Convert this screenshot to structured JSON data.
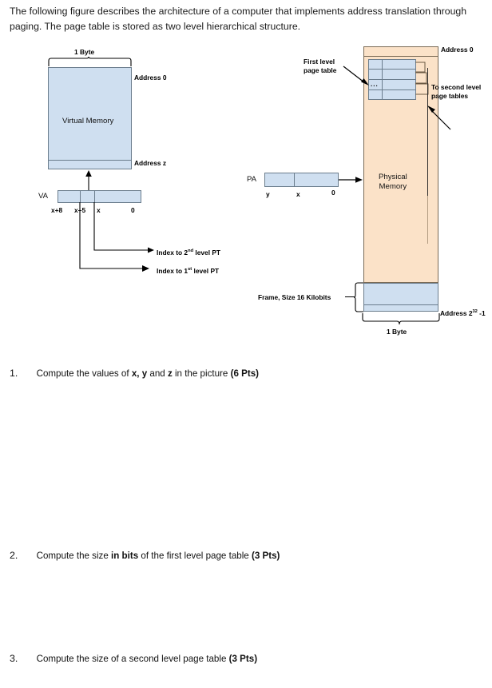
{
  "intro": {
    "paragraph": "The following figure describes the architecture of a computer that implements address translation through paging.  The page table is stored as two level hierarchical structure."
  },
  "figure": {
    "virtual_memory": {
      "block_label": "Virtual Memory",
      "top_brace_label": "1 Byte",
      "address_top": "Address 0",
      "address_bottom": "Address z"
    },
    "va": {
      "name": "VA",
      "bit_labels": [
        "x+8",
        "x+5",
        "x",
        "0"
      ],
      "index_2nd": "Index to 2",
      "index_2nd_sup": "nd",
      "index_2nd_tail": " level PT",
      "index_1st": "Index to 1",
      "index_1st_sup": "st",
      "index_1st_tail": " level PT"
    },
    "pa": {
      "name": "PA",
      "bit_labels": [
        "y",
        "x",
        "0"
      ]
    },
    "physical_memory": {
      "block_label_line1": "Physical",
      "block_label_line2": "Memory",
      "address_top": "Address 0",
      "address_bottom_prefix": "Address 2",
      "address_bottom_sup": "32",
      "address_bottom_tail": " -1",
      "first_level_pt_line1": "First level",
      "first_level_pt_line2": "page table",
      "to_second_level_line1": "To second level",
      "to_second_level_line2": "page tables",
      "frame_label": "Frame, Size 16 Kilobits",
      "bottom_brace_label": "1 Byte",
      "pt_ellipsis": "..."
    }
  },
  "questions": [
    {
      "number": "1.",
      "lead": "Compute the values of ",
      "b1": "x, y",
      "mid": " and ",
      "b2": "z",
      "tail": " in the picture ",
      "pts": "(6 Pts)"
    },
    {
      "number": "2.",
      "lead": "Compute the size ",
      "b1": "in bits",
      "mid": " of the first level page table ",
      "b2": "",
      "tail": "",
      "pts": "(3 Pts)"
    },
    {
      "number": "3.",
      "lead": "Compute the size of a second level page table ",
      "b1": "",
      "mid": "",
      "b2": "",
      "tail": "",
      "pts": "(3 Pts)"
    }
  ],
  "colors": {
    "blue_fill": "#cfdff0",
    "peach_fill": "#fbe2c8",
    "blue_stroke": "#6b7d8d",
    "peach_stroke": "#7a6a55",
    "text": "#111111"
  }
}
